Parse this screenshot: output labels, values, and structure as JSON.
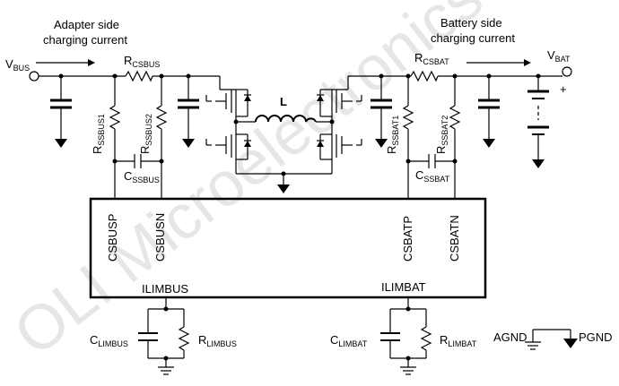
{
  "watermark": "OLI Microelectronics",
  "labels": {
    "adapter_side": [
      "Adapter side",
      "charging current"
    ],
    "battery_side": [
      "Battery side",
      "charging current"
    ],
    "vbus": {
      "main": "V",
      "sub": "BUS"
    },
    "vbat": {
      "main": "V",
      "sub": "BAT"
    },
    "rcsbus": {
      "main": "R",
      "sub": "CSBUS"
    },
    "rcsbat": {
      "main": "R",
      "sub": "CSBAT"
    },
    "rssbus1": {
      "main": "R",
      "sub": "SSBUS1"
    },
    "rssbus2": {
      "main": "R",
      "sub": "SSBUS2"
    },
    "rssbat1": {
      "main": "R",
      "sub": "SSBAT1"
    },
    "rssbat2": {
      "main": "R",
      "sub": "SSBAT2"
    },
    "cssbus": {
      "main": "C",
      "sub": "SSBUS"
    },
    "cssbat": {
      "main": "C",
      "sub": "SSBAT"
    },
    "inductor": "L",
    "plus": "+",
    "pins": [
      "CSBUSP",
      "CSBUSN",
      "CSBATP",
      "CSBATN"
    ],
    "ilimbus": "ILIMBUS",
    "ilimbat": "ILIMBAT",
    "climbus": {
      "main": "C",
      "sub": "LIMBUS"
    },
    "rlimbus": {
      "main": "R",
      "sub": "LIMBUS"
    },
    "climbat": {
      "main": "C",
      "sub": "LIMBAT"
    },
    "rlimbat": {
      "main": "R",
      "sub": "LIMBAT"
    },
    "agnd": "AGND",
    "pgnd": "PGND"
  }
}
